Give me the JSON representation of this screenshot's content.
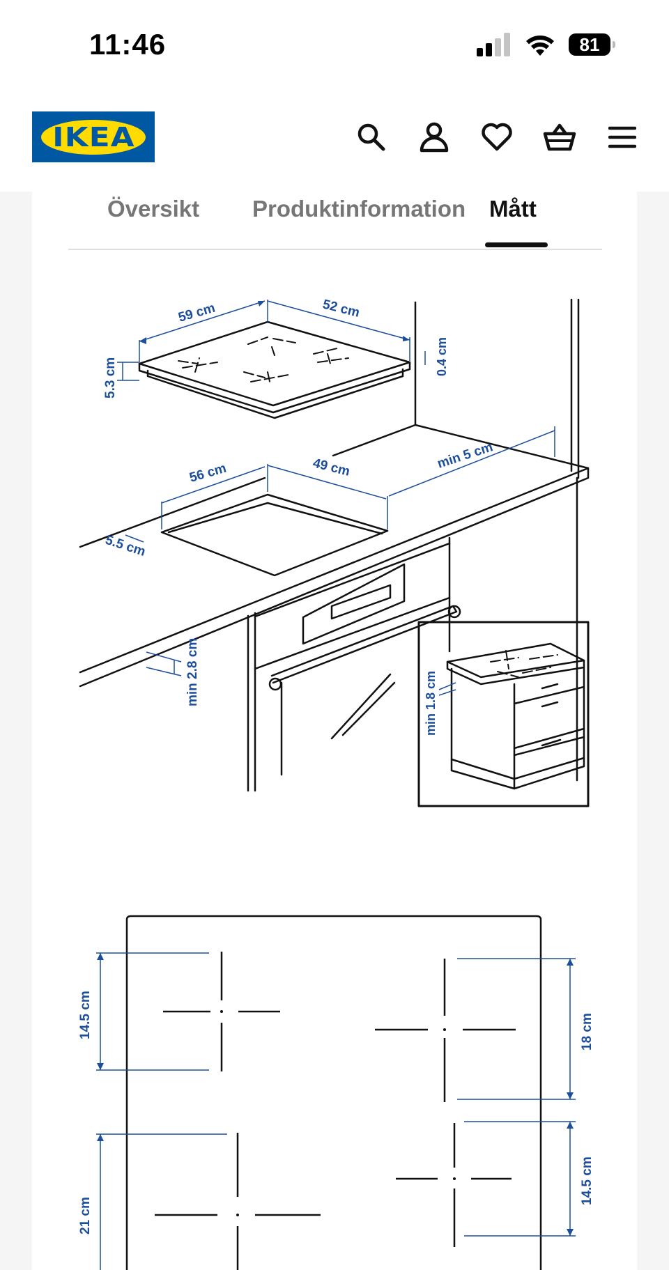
{
  "status_bar": {
    "time": "11:46",
    "battery": "81"
  },
  "brand": {
    "logo_text": "IKEA",
    "colors": {
      "blue": "#0058a3",
      "yellow": "#ffdb00",
      "dimension_blue": "#1c4e9b"
    }
  },
  "header": {
    "icons": [
      "search-icon",
      "user-icon",
      "heart-icon",
      "basket-icon",
      "menu-icon"
    ]
  },
  "tabs": [
    {
      "label": "Översikt",
      "active": false
    },
    {
      "label": "Produktinformation",
      "active": false
    },
    {
      "label": "Mått",
      "active": true
    }
  ],
  "diagram1": {
    "hob_width": "59 cm",
    "hob_depth": "52 cm",
    "hob_height": "5.3 cm",
    "hob_glass": "0.4 cm",
    "cutout_width": "56 cm",
    "cutout_depth": "49 cm",
    "back_clearance": "min 5 cm",
    "front_offset": "5.5 cm",
    "worktop_thickness": "min 2.8 cm",
    "inset_clearance": "min 1.8 cm"
  },
  "diagram2": {
    "zone_top_left": "14.5 cm",
    "zone_top_right": "18 cm",
    "zone_bottom_left": "21 cm",
    "zone_bottom_right": "14.5 cm"
  }
}
